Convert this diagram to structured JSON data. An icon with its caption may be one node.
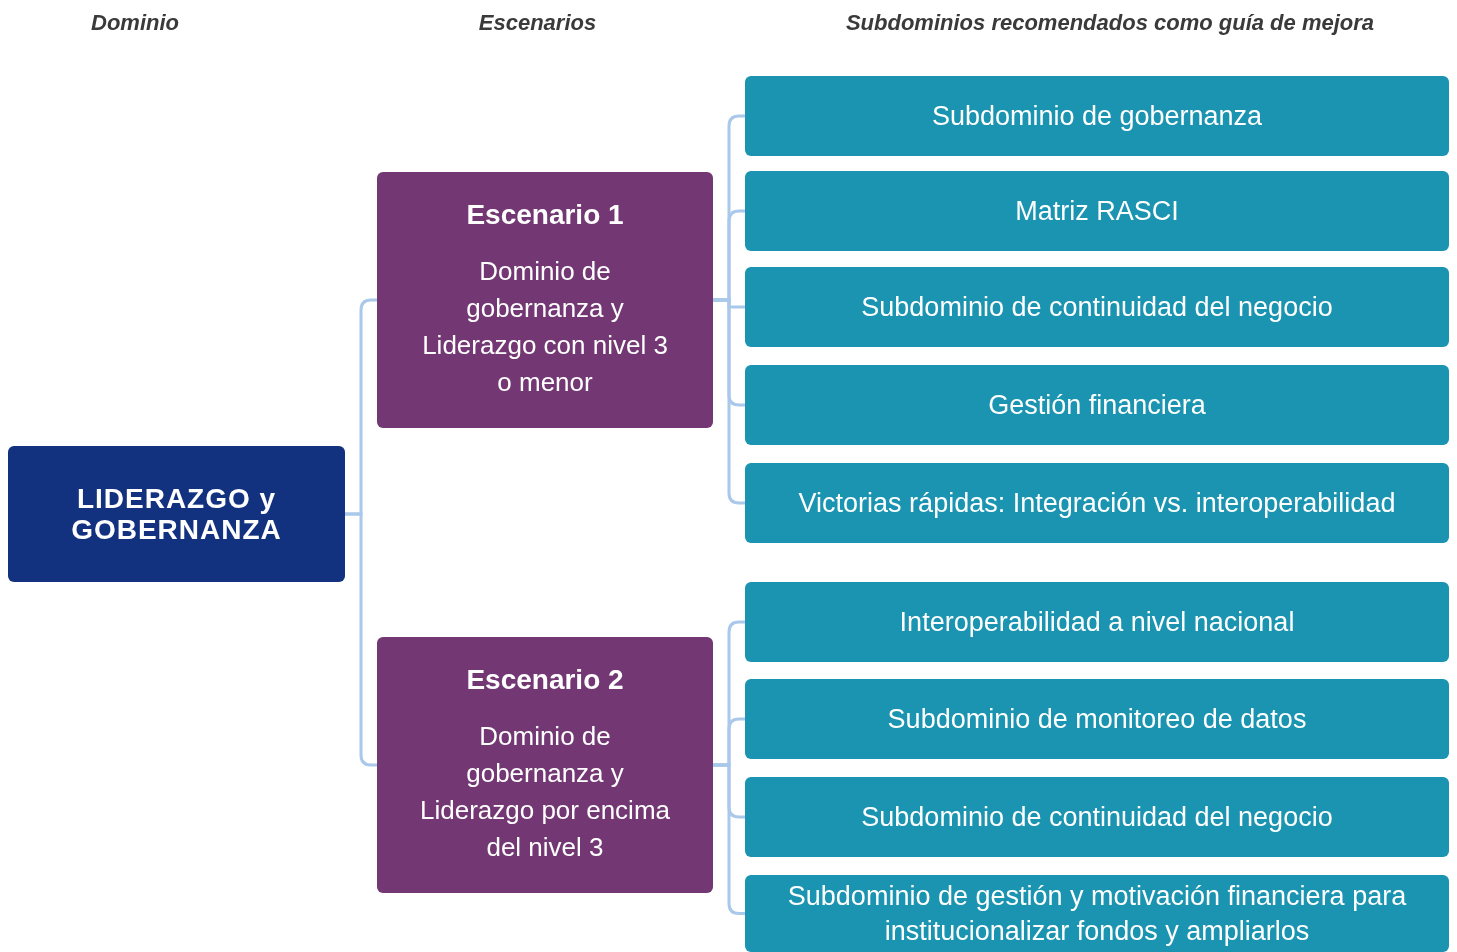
{
  "diagram": {
    "nodes": [
      {
        "text": [
          "LIDERAZGO y GOBERNANZA"
        ]
      },
      {
        "text": [
          "Escenario 1",
          "Dominio de gobernanza y Liderazgo con nivel 3 o menor"
        ]
      },
      {
        "text": [
          "Subdominio de gobernanza"
        ]
      },
      {
        "text": [
          "Matriz RASCI"
        ]
      },
      {
        "text": [
          "Subdominio de continuidad del negocio"
        ]
      },
      {
        "text": [
          "Gestión financiera"
        ]
      },
      {
        "text": [
          "Victorias rápidas: Integración vs. interoperabilidad"
        ]
      },
      {
        "text": [
          "Escenario 2",
          "Dominio de gobernanza y Liderazgo por encima del nivel 3"
        ]
      },
      {
        "text": [
          "Interoperabilidad a nivel nacional"
        ]
      },
      {
        "text": [
          "Subdominio de monitoreo de datos"
        ]
      },
      {
        "text": [
          "Subdominio de continuidad del negocio"
        ]
      },
      {
        "text": [
          "Subdominio de gestión y motivación financiera para institucionalizar fondos y ampliarlos"
        ]
      }
    ],
    "edges": [
      {
        "from": 0,
        "to": 1,
        "arrow": "none"
      },
      {
        "from": 0,
        "to": 7,
        "arrow": "none"
      },
      {
        "from": 1,
        "to": 2,
        "arrow": "none"
      },
      {
        "from": 1,
        "to": 3,
        "arrow": "none"
      },
      {
        "from": 1,
        "to": 4,
        "arrow": "none"
      },
      {
        "from": 1,
        "to": 5,
        "arrow": "none"
      },
      {
        "from": 1,
        "to": 6,
        "arrow": "none"
      },
      {
        "from": 7,
        "to": 8,
        "arrow": "none"
      },
      {
        "from": 7,
        "to": 9,
        "arrow": "none"
      },
      {
        "from": 7,
        "to": 10,
        "arrow": "none"
      },
      {
        "from": 7,
        "to": 11,
        "arrow": "none"
      }
    ],
    "labels": [
      "Dominio",
      "Escenarios",
      "Subdominios recomendados como guía de mejora"
    ]
  }
}
